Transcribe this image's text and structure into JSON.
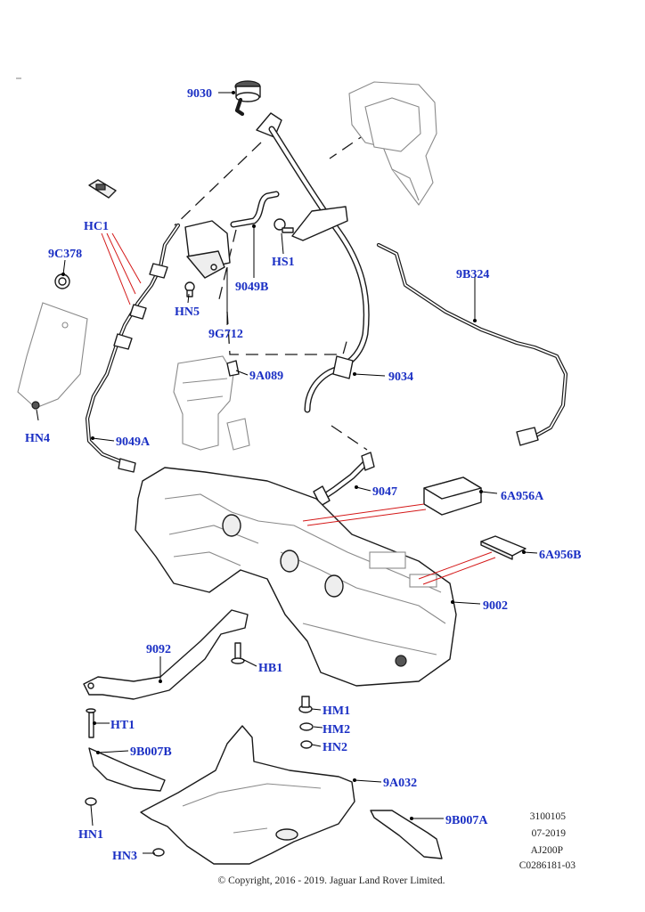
{
  "callouts": {
    "c9030": "9030",
    "hc1": "HC1",
    "c9c378": "9C378",
    "hn4": "HN4",
    "c9049a": "9049A",
    "hn5": "HN5",
    "c9g712": "9G712",
    "c9049b": "9049B",
    "hs1": "HS1",
    "c9a089": "9A089",
    "c9034": "9034",
    "c9b324": "9B324",
    "c9047": "9047",
    "c6a956a": "6A956A",
    "c6a956b": "6A956B",
    "c9002": "9002",
    "c9092": "9092",
    "hb1": "HB1",
    "ht1": "HT1",
    "c9b007b": "9B007B",
    "hm1": "HM1",
    "hm2": "HM2",
    "hn2": "HN2",
    "c9a032": "9A032",
    "c9b007a": "9B007A",
    "hn1": "HN1",
    "hn3": "HN3"
  },
  "meta": {
    "line1": "3100105",
    "line2": "07-2019",
    "line3": "AJ200P",
    "line4": "C0286181-03"
  },
  "copyright": "© Copyright, 2016 - 2019. Jaguar Land Rover Limited.",
  "colors": {
    "label_blue": "#1a2fc4",
    "leader_red": "#d41818"
  }
}
